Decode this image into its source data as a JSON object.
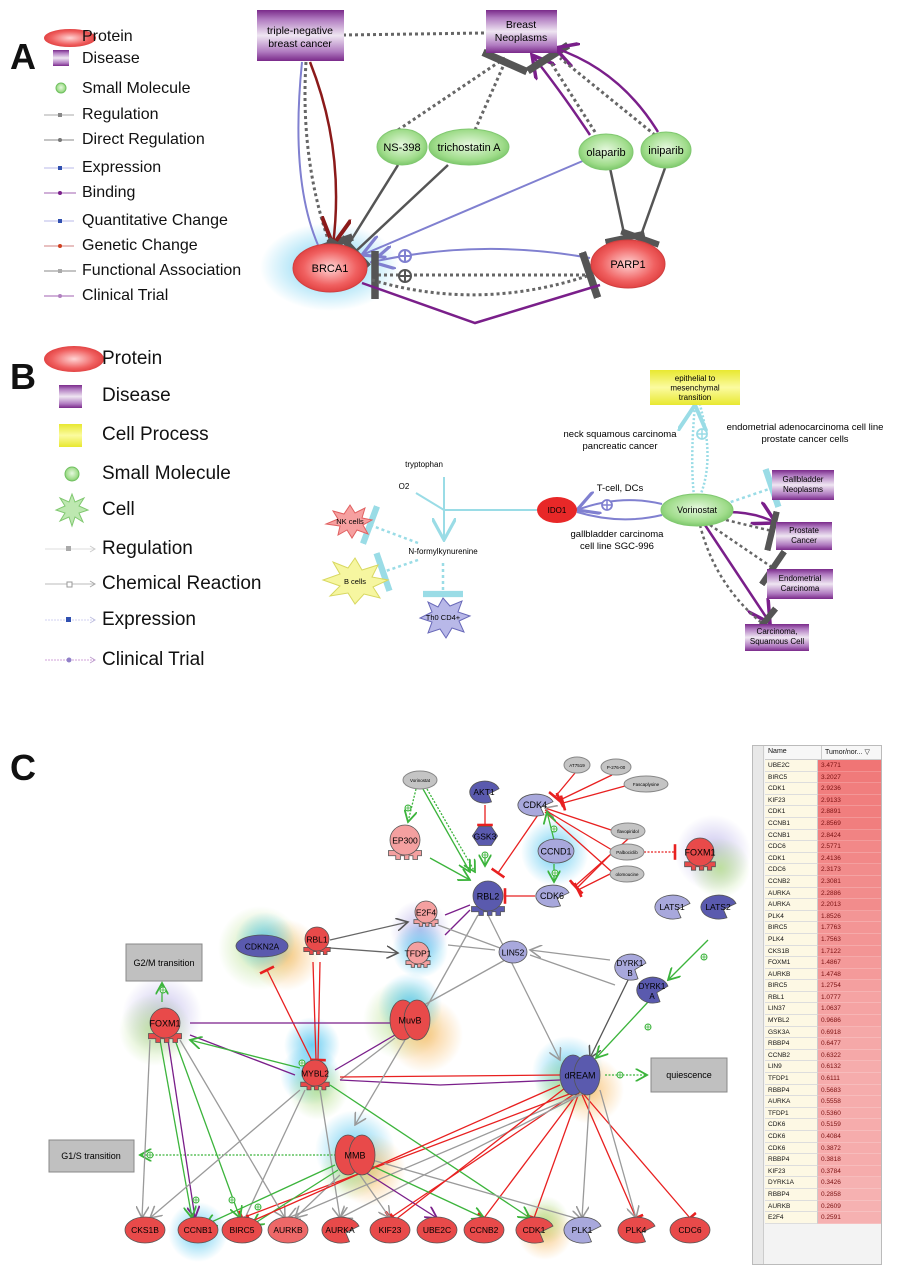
{
  "panels": {
    "A": {
      "letter": "A",
      "legend": [
        {
          "label": "Protein",
          "icon": "protein-icon"
        },
        {
          "label": "Disease",
          "icon": "disease-icon"
        },
        {
          "label": "Small Molecule",
          "icon": "small-molecule-icon"
        },
        {
          "label": "Regulation",
          "icon": "regulation-edge-icon"
        },
        {
          "label": "Direct Regulation",
          "icon": "direct-regulation-edge-icon"
        },
        {
          "label": "Expression",
          "icon": "expression-edge-icon"
        },
        {
          "label": "Binding",
          "icon": "binding-edge-icon"
        },
        {
          "label": "Quantitative Change",
          "icon": "quantitative-change-edge-icon"
        },
        {
          "label": "Genetic Change",
          "icon": "genetic-change-edge-icon"
        },
        {
          "label": "Functional Association",
          "icon": "functional-association-edge-icon"
        },
        {
          "label": "Clinical Trial",
          "icon": "clinical-trial-edge-icon"
        }
      ],
      "nodes": {
        "tnbc": "triple-negative\nbreast cancer",
        "breast_neoplasms": "Breast\nNeoplasms",
        "ns398": "NS-398",
        "trichostatin": "trichostatin A",
        "olaparib": "olaparib",
        "iniparib": "iniparib",
        "brca1": "BRCA1",
        "parp1": "PARP1"
      }
    },
    "B": {
      "letter": "B",
      "legend": [
        {
          "label": "Protein",
          "icon": "protein-icon"
        },
        {
          "label": "Disease",
          "icon": "disease-icon"
        },
        {
          "label": "Cell Process",
          "icon": "cell-process-icon"
        },
        {
          "label": "Small Molecule",
          "icon": "small-molecule-icon"
        },
        {
          "label": "Cell",
          "icon": "cell-icon"
        },
        {
          "label": "Regulation",
          "icon": "regulation-edge-icon"
        },
        {
          "label": "Chemical Reaction",
          "icon": "chemical-reaction-edge-icon"
        },
        {
          "label": "Expression",
          "icon": "expression-edge-icon"
        },
        {
          "label": "Clinical Trial",
          "icon": "clinical-trial-edge-icon"
        }
      ],
      "nodes": {
        "emt": "epithelial to\nmesenchymal\ntransition",
        "vorinostat": "Vorinostat",
        "ido1": "IDO1",
        "tryptophan": "tryptophan",
        "o2": "O2",
        "nfk": "N-formylkynurenine",
        "nk": "NK cells",
        "bcells": "B cells",
        "th0": "Th0 CD4+",
        "gallbladder_neo": "Gallbladder\nNeoplasms",
        "prostate": "Prostate\nCancer",
        "endometrial": "Endometrial\nCarcinoma",
        "squamous": "Carcinoma,\nSquamous Cell"
      },
      "annotations": {
        "neck": "neck squamous carcinoma\npancreatic cancer",
        "endometrial_line": "endometrial adenocarcinoma cell line\nprostate cancer cells",
        "tcell": "T-cell, DCs",
        "gallbladder_line": "gallbladder carcinoma\ncell line SGC-996"
      }
    },
    "C": {
      "letter": "C",
      "nodes": {
        "g2m": "G2/M transition",
        "g1s": "G1/S transition",
        "quiescence": "quiescence",
        "vorinostat": "Vorinostat",
        "at7519": "AT7519",
        "p27600": "P-276-00",
        "fascaplysine": "Fascaplysine",
        "flavopiridol": "flavopiridol",
        "palbociclib": "Palbociclib",
        "olomoucine": "olomoucine",
        "akt1": "AKT1",
        "gsk3": "GSK3",
        "ep300": "EP300",
        "cdk4": "CDK4",
        "ccnd1": "CCND1",
        "cdk6": "CDK6",
        "foxm1_top": "FOXM1",
        "rbl2": "RBL2",
        "e2f4": "E2F4",
        "tfdp1": "TFDP1",
        "lin52": "LIN52",
        "cdkn2a": "CDKN2A",
        "rbl1": "RBL1",
        "lats1": "LATS1",
        "lats2": "LATS2",
        "dyrk1b": "DYRK1\nB",
        "dyrk1a": "DYRK1\nA",
        "foxm1": "FOXM1",
        "muvb": "MuvB",
        "mybl2": "MYBL2",
        "dream": "dREAM",
        "mmb": "MMB"
      },
      "targets": [
        "CKS1B",
        "CCNB1",
        "BIRC5",
        "AURKB",
        "AURKA",
        "KIF23",
        "UBE2C",
        "CCNB2",
        "CDK1",
        "PLK1",
        "PLK4",
        "CDC6"
      ],
      "table": {
        "headers": [
          "Name",
          "Tumor/nor..."
        ],
        "sort_icon": "sort-descending-icon",
        "rows": [
          [
            "UBE2C",
            "3.4771"
          ],
          [
            "BIRC5",
            "3.2027"
          ],
          [
            "CDK1",
            "2.9236"
          ],
          [
            "KIF23",
            "2.9133"
          ],
          [
            "CDK1",
            "2.8891"
          ],
          [
            "CCNB1",
            "2.8569"
          ],
          [
            "CCNB1",
            "2.8424"
          ],
          [
            "CDC6",
            "2.5771"
          ],
          [
            "CDK1",
            "2.4136"
          ],
          [
            "CDC6",
            "2.3173"
          ],
          [
            "CCNB2",
            "2.3081"
          ],
          [
            "AURKA",
            "2.2886"
          ],
          [
            "AURKA",
            "2.2013"
          ],
          [
            "PLK4",
            "1.8526"
          ],
          [
            "BIRC5",
            "1.7763"
          ],
          [
            "PLK4",
            "1.7563"
          ],
          [
            "CKS1B",
            "1.7122"
          ],
          [
            "FOXM1",
            "1.4867"
          ],
          [
            "AURKB",
            "1.4748"
          ],
          [
            "BIRC5",
            "1.2754"
          ],
          [
            "RBL1",
            "1.0777"
          ],
          [
            "LIN37",
            "1.0637"
          ],
          [
            "MYBL2",
            "0.9686"
          ],
          [
            "GSK3A",
            "0.6918"
          ],
          [
            "RBBP4",
            "0.6477"
          ],
          [
            "CCNB2",
            "0.6322"
          ],
          [
            "LIN9",
            "0.6132"
          ],
          [
            "TFDP1",
            "0.6111"
          ],
          [
            "RBBP4",
            "0.5683"
          ],
          [
            "AURKA",
            "0.5558"
          ],
          [
            "TFDP1",
            "0.5360"
          ],
          [
            "CDK6",
            "0.5159"
          ],
          [
            "CDK6",
            "0.4084"
          ],
          [
            "CDK6",
            "0.3872"
          ],
          [
            "RBBP4",
            "0.3818"
          ],
          [
            "KIF23",
            "0.3784"
          ],
          [
            "DYRK1A",
            "0.3426"
          ],
          [
            "RBBP4",
            "0.2858"
          ],
          [
            "AURKB",
            "0.2609"
          ],
          [
            "E2F4",
            "0.2591"
          ]
        ]
      }
    }
  },
  "colors": {
    "protein": "#e84a4a",
    "disease": "#8a3a9a",
    "small_molecule": "#8fd27a",
    "cell_process": "#e8e83a",
    "binding": "#7a1f8a",
    "expression": "#8080d0",
    "genetic": "#8b1a1a",
    "inhibit_red": "#e82020",
    "activate_green": "#3cb43c",
    "gray_edge": "#9a9a9a",
    "dark_blue_node": "#5a5aae",
    "light_blue_node": "#a8a8dc",
    "cyan_edge": "#9adce6"
  }
}
